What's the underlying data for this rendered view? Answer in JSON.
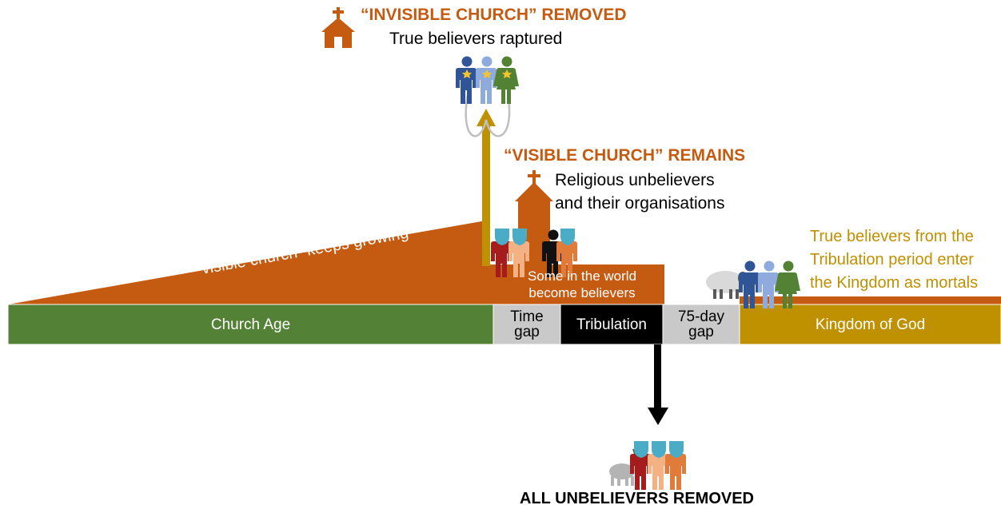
{
  "colors": {
    "orange": "#c55a11",
    "green": "#538135",
    "gray": "#c9c9c9",
    "black": "#000000",
    "gold": "#bf9000",
    "white": "#ffffff",
    "dark_blue": "#2f5597",
    "light_blue": "#8faadc",
    "person_green": "#548235",
    "red": "#a51c1c",
    "salmon": "#f4b183",
    "mask": "#4bacc6"
  },
  "raptured": {
    "title": "“INVISIBLE CHURCH” REMOVED",
    "subtitle": "True believers raptured"
  },
  "visible_church": {
    "title": "“VISIBLE CHURCH” REMAINS",
    "line1": "Religious unbelievers",
    "line2": "and their organisations"
  },
  "growing_label": "“visible church” keeps growing",
  "world_believers": {
    "line1": "Some in the world",
    "line2": "become believers"
  },
  "kingdom_note": {
    "line1": "True believers from the",
    "line2": "Tribulation period enter",
    "line3": "the Kingdom as mortals"
  },
  "timeline": {
    "church_age": "Church Age",
    "time_gap_1": "Time",
    "time_gap_2": "gap",
    "tribulation": "Tribulation",
    "gap75_1": "75-day",
    "gap75_2": "gap",
    "kingdom": "Kingdom of God"
  },
  "unbelievers_removed": "ALL UNBELIEVERS REMOVED",
  "icons": {
    "church": "church-icon",
    "person": "person-icon",
    "sheep": "sheep-icon",
    "goat": "goat-icon",
    "mask": "mask-icon"
  }
}
